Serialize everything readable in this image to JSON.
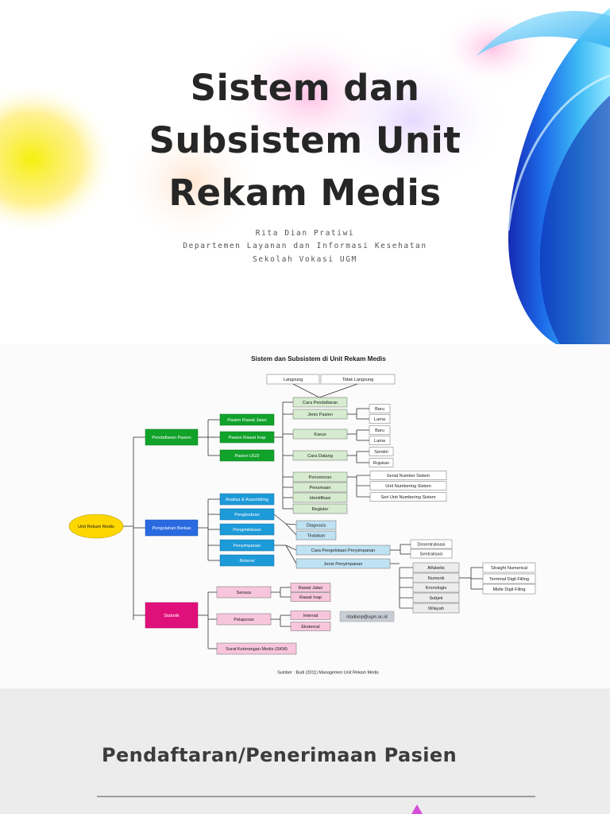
{
  "slide1": {
    "title": "Sistem dan\nSubsistem Unit\nRekam Medis",
    "author": "Rita Dian Pratiwi",
    "department": "Departemen Layanan dan Informasi Kesehatan",
    "school": "Sekolah Vokasi UGM"
  },
  "diagram": {
    "title": "Sistem dan Subsistem di Unit Rekam Medis",
    "source": "Sumber : Budi (2011) Managemen Unit Rekam Medis",
    "email": "ritadianp@ugm.ac.id",
    "root": "Unit Rekam Medis",
    "colors": {
      "root": "#ffd700",
      "green": "#11a22a",
      "green_light": "#d6ebcf",
      "blue": "#2a6ae0",
      "blue_mid": "#1d9ad8",
      "blue_light": "#bfe2f3",
      "magenta": "#e0107a",
      "pink_light": "#f8c6dc",
      "gray": "#ececec"
    },
    "pendaftaran": {
      "label": "Pendaftaran Pasien",
      "types": [
        "Pasien Rawat Jalan",
        "Pasien Rawat Inap",
        "Pasien UGD"
      ],
      "top": [
        "Langsung",
        "Tidak Langsung"
      ],
      "items": [
        "Cara Pendaftaran",
        "Jenis Pasien",
        "Kasus",
        "Cara Datang",
        "Penomoran",
        "Penamaan",
        "Identifikasi",
        "Register"
      ],
      "jenis_pasien": [
        "Baru",
        "Lama"
      ],
      "kasus": [
        "Baru",
        "Lama"
      ],
      "cara_datang": [
        "Sendiri",
        "Rujukan"
      ],
      "penomoran": [
        "Serial Number Sistem",
        "Unit Numbering Sistem",
        "Seri Unit Numbering Sistem"
      ]
    },
    "pengolahan": {
      "label": "Pengolahan Berkas",
      "items": [
        "Analisa & Assembling",
        "Pengkodean",
        "Pengindeksan",
        "Penyimpanan",
        "Retensi"
      ],
      "pengkodean": [
        "Diagnosis",
        "Tindakan"
      ],
      "penyimpanan": [
        "Cara Pengelolaan Penyimpanan",
        "Jenis Penyimpanan"
      ],
      "pengelolaan": [
        "Desentralisasi",
        "Sentralisasi"
      ],
      "jenis": [
        "Alfabetis",
        "Numerik",
        "Kronologis",
        "Subjek",
        "Wilayah"
      ],
      "numerik": [
        "Straight Numerical",
        "Terminal Digit Filling",
        "Midle Digit Filing"
      ]
    },
    "statistik": {
      "label": "Statistik",
      "items": [
        "Sensus",
        "Pelaporan",
        "Surat Keterangan Medis (SKM)"
      ],
      "sensus": [
        "Rawat Jalan",
        "Rawat Inap"
      ],
      "pelaporan": [
        "Internal",
        "Eksternal"
      ]
    }
  },
  "slide3": {
    "title": "Pendaftaran/Penerimaan Pasien"
  }
}
